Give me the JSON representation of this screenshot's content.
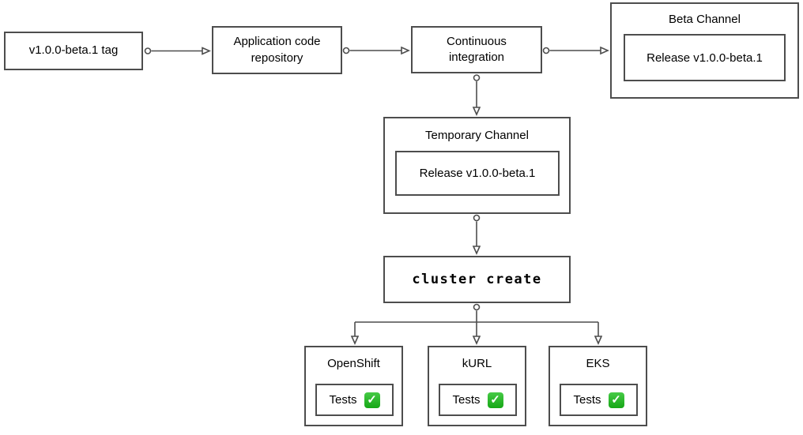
{
  "colors": {
    "background": "#ffffff",
    "box_border": "#4d4d4d",
    "connector": "#4d4d4d",
    "text": "#000000",
    "check_green_top": "#46ca46",
    "check_green_bottom": "#16a716",
    "check_mark": "#ffffff"
  },
  "icons": {
    "check_glyph": "✓"
  },
  "nodes": {
    "tag": {
      "label": "v1.0.0-beta.1 tag"
    },
    "repo": {
      "label": "Application code repository"
    },
    "ci": {
      "label": "Continuous integration"
    },
    "beta_channel": {
      "title": "Beta Channel",
      "release_label": "Release v1.0.0-beta.1"
    },
    "temporary_channel": {
      "title": "Temporary Channel",
      "release_label": "Release v1.0.0-beta.1"
    },
    "cluster_create": {
      "label": "cluster create"
    },
    "clusters": [
      {
        "title": "OpenShift",
        "tests_label": "Tests",
        "status_icon": "check-mark-button"
      },
      {
        "title": "kURL",
        "tests_label": "Tests",
        "status_icon": "check-mark-button"
      },
      {
        "title": "EKS",
        "tests_label": "Tests",
        "status_icon": "check-mark-button"
      }
    ]
  }
}
